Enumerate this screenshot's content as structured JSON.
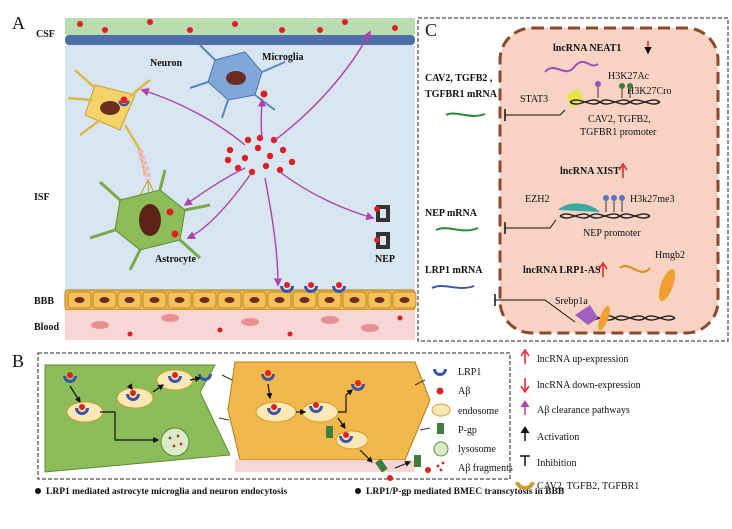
{
  "panelA": {
    "letter": "A",
    "csf": "CSF",
    "isf": "ISF",
    "bbb": "BBB",
    "blood": "Blood",
    "neuron": "Neuron",
    "microglia": "Microglia",
    "astrocyte": "Astrocyte",
    "nep": "NEP"
  },
  "panelC": {
    "letter": "C",
    "neat1": "lncRNA NEAT1",
    "h3k27ac": "H3K27Ac",
    "stat3": "STAT3",
    "h3k27cro": "H3K27Cro",
    "cav2_line1": "CAV2, TGFB2 ,",
    "cav2_line2": "TGFBR1 mRNA",
    "promoter1_line1": "CAV2, TGFB2,",
    "promoter1_line2": "TGFBR1 promoter",
    "xist": "lncRNA XIST",
    "ezh2": "EZH2",
    "h3k27me3": "H3k27me3",
    "nep_mrna": "NEP mRNA",
    "nep_promoter": "NEP promoter",
    "lrp1_mrna": "LRP1 mRNA",
    "lrp1as": "lncRNA LRP1-AS",
    "hmgb2": "Hmgb2",
    "srebp1a": "Srebp1a"
  },
  "panelB": {
    "letter": "B",
    "caption_left": "LRP1 mediated astrocyte microglia and neuron endocytosis",
    "caption_right": "LRP1/P-gp mediated BMEC transcytosis in BBB"
  },
  "legend_b": {
    "lrp1": "LRP1",
    "abeta": "Aβ",
    "endosome": "endosome",
    "pgp": "P-gp",
    "lysosome": "lysosome",
    "fragments": "Aβ  fragments"
  },
  "legend_right": {
    "up": "lncRNA up-expression",
    "down": "lncRNA down-expression",
    "pathways": "Aβ clearance pathways",
    "activation": "Activation",
    "inhibition": "Inhibition",
    "cav2": "CAV2, TGFB2, TGFBR1"
  },
  "colors": {
    "csf_band": "#b9dcb0",
    "isf_bg": "#d8e6f1",
    "membrane": "#4e6fa8",
    "bbb_cell": "#f2b84b",
    "blood": "#f8d6d6",
    "nucleus_box": "#f8d3c4",
    "dashed_border": "#8b4a2b",
    "arrow_purple": "#b040b0",
    "abeta_red": "#e02020",
    "lrp1_blue": "#3d55a8",
    "astro_green": "#8dbd5a",
    "pgp_green": "#3e7d3a"
  }
}
